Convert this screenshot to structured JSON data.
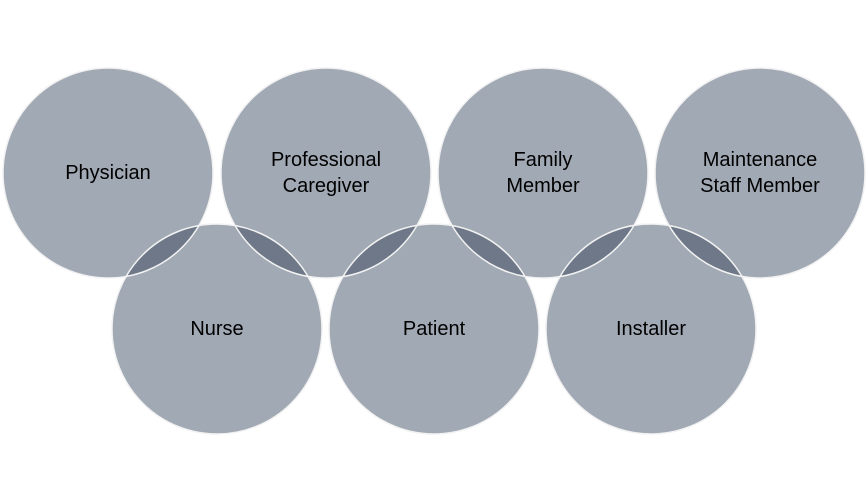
{
  "diagram": {
    "fill_color": "#a1a9b4",
    "overlap_color": "#6e7888",
    "stroke_color": "#f2f2f2",
    "top_row": [
      {
        "lines": [
          "Physician"
        ]
      },
      {
        "lines": [
          "Professional",
          "Caregiver"
        ]
      },
      {
        "lines": [
          "Family",
          "Member"
        ]
      },
      {
        "lines": [
          "Maintenance",
          "Staff Member"
        ]
      }
    ],
    "bottom_row": [
      {
        "lines": [
          "Nurse"
        ]
      },
      {
        "lines": [
          "Patient"
        ]
      },
      {
        "lines": [
          "Installer"
        ]
      }
    ]
  }
}
